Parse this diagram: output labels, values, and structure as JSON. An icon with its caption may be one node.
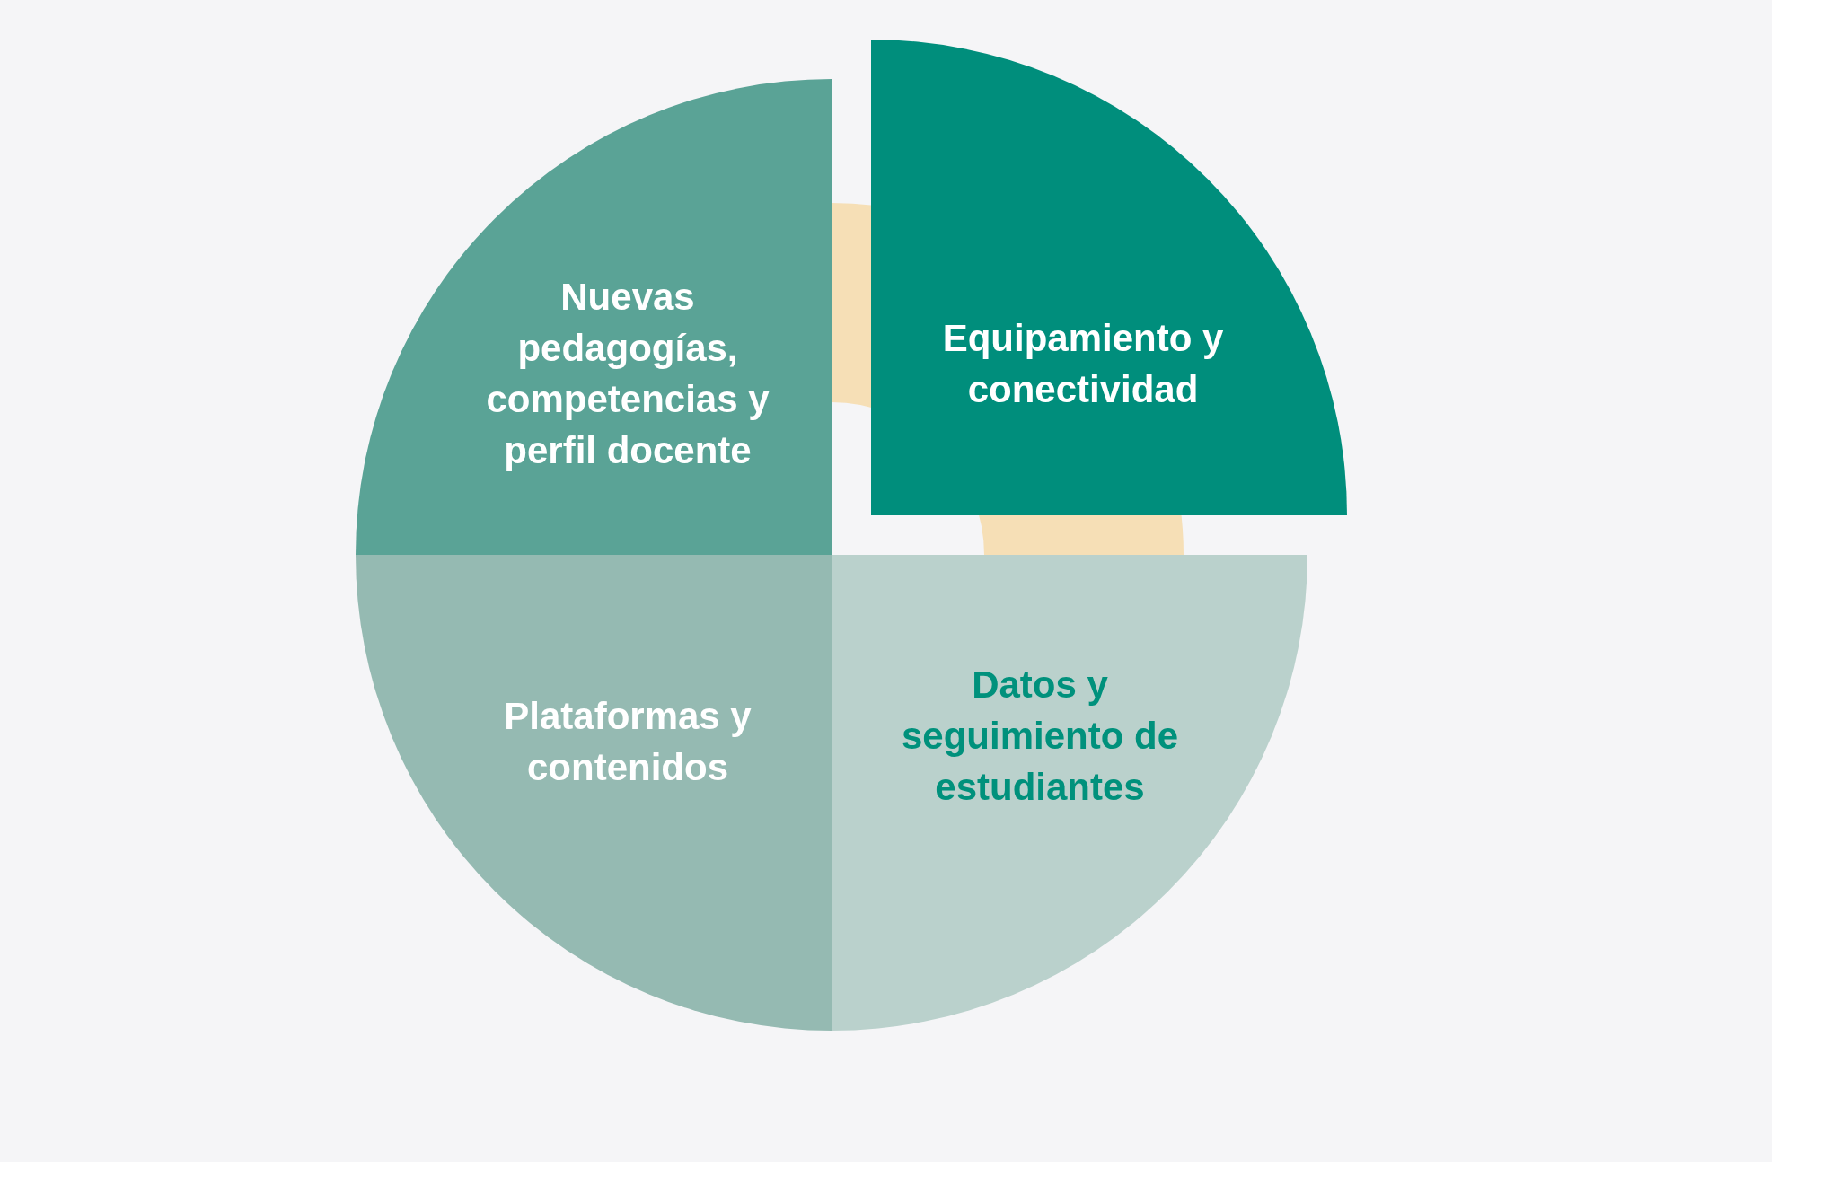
{
  "diagram": {
    "nodes": [
      {
        "text": [
          "Nuevas pedagogías, competencias y perfil docente"
        ]
      },
      {
        "text": [
          "Equipamiento y conectividad"
        ]
      },
      {
        "text": [
          "Plataformas y contenidos"
        ]
      },
      {
        "text": [
          "Datos y seguimiento de estudiantes"
        ]
      }
    ]
  }
}
